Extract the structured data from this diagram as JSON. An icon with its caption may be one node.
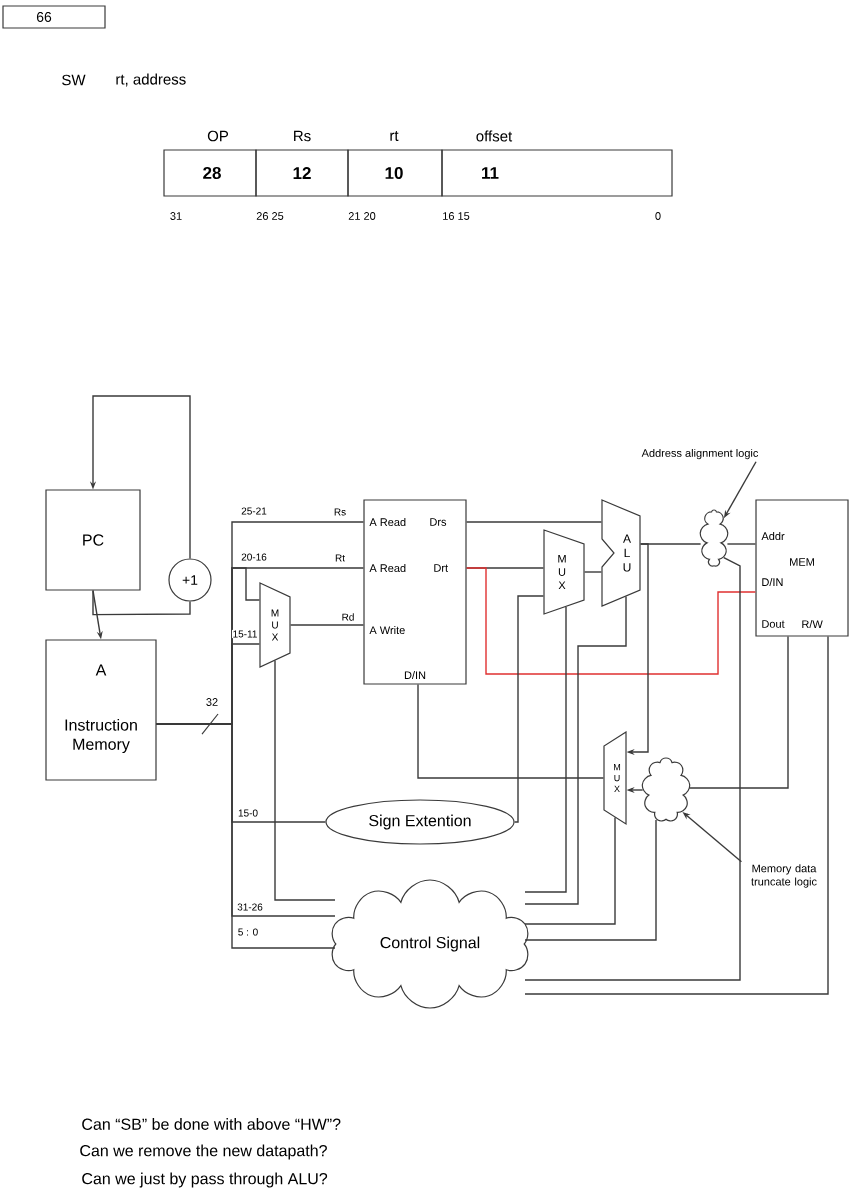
{
  "diagram": {
    "nodes": [
      {
        "text": [
          "66"
        ]
      },
      {
        "text": [
          "28"
        ]
      },
      {
        "text": [
          "12"
        ]
      },
      {
        "text": [
          "10"
        ]
      },
      {
        "text": [
          "11"
        ]
      },
      {
        "text": [
          "PC"
        ]
      },
      {
        "text": [
          "+1"
        ]
      },
      {
        "text": [
          "A",
          "Instruction Memory"
        ]
      },
      {
        "text": [
          "A Read",
          "Drs",
          "A Read",
          "Drt",
          "A Write",
          "D/IN"
        ]
      },
      {
        "text": [
          "M U X"
        ]
      },
      {
        "text": [
          "M U X"
        ]
      },
      {
        "text": [
          "A L U"
        ]
      },
      {
        "text": [
          "Address alignment logic"
        ]
      },
      {
        "text": [],
        "shape": "cloud"
      },
      {
        "text": [
          "Addr",
          "MEM",
          "D/IN",
          "Dout",
          "R/W"
        ]
      },
      {
        "text": [
          "M U X"
        ]
      },
      {
        "text": [],
        "shape": "cloud"
      },
      {
        "text": [
          "Memory data truncate logic"
        ]
      },
      {
        "text": [
          "Sign Extention"
        ]
      },
      {
        "text": [
          "Control Signal"
        ]
      }
    ],
    "edges": [
      {
        "from": 5,
        "to": 7,
        "arrow": "to"
      },
      {
        "from": 5,
        "to": 6,
        "arrow": "none"
      },
      {
        "from": 6,
        "to": 5,
        "arrow": "to"
      },
      {
        "from": 7,
        "to": 8,
        "arrow": "none",
        "label": "Rs"
      },
      {
        "from": 7,
        "to": 8,
        "arrow": "none",
        "label": "Rt"
      },
      {
        "from": 7,
        "to": 9,
        "arrow": "none"
      },
      {
        "from": 7,
        "to": 9,
        "arrow": "none",
        "label": "15-11"
      },
      {
        "from": 9,
        "to": 8,
        "arrow": "none",
        "label": "Rd"
      },
      {
        "from": 7,
        "to": 18,
        "arrow": "none",
        "label": "15-0"
      },
      {
        "from": 7,
        "to": 19,
        "arrow": "none",
        "label": "31-26"
      },
      {
        "from": 7,
        "to": 19,
        "arrow": "none",
        "label": "5 : 0"
      },
      {
        "from": 8,
        "to": 11,
        "arrow": "none"
      },
      {
        "from": 8,
        "to": 10,
        "arrow": "none"
      },
      {
        "from": 8,
        "to": 14,
        "arrow": "none",
        "color": "#e03030"
      },
      {
        "from": 18,
        "to": 10,
        "arrow": "none"
      },
      {
        "from": 10,
        "to": 11,
        "arrow": "none"
      },
      {
        "from": 11,
        "to": 13,
        "arrow": "none"
      },
      {
        "from": 13,
        "to": 14,
        "arrow": "none"
      },
      {
        "from": 11,
        "to": 15,
        "arrow": "to"
      },
      {
        "from": 14,
        "to": 16,
        "arrow": "none"
      },
      {
        "from": 16,
        "to": 15,
        "arrow": "to"
      },
      {
        "from": 15,
        "to": 8,
        "arrow": "none"
      },
      {
        "from": 19,
        "to": 9,
        "arrow": "none"
      },
      {
        "from": 19,
        "to": 10,
        "arrow": "none"
      },
      {
        "from": 19,
        "to": 11,
        "arrow": "none"
      },
      {
        "from": 19,
        "to": 15,
        "arrow": "none"
      },
      {
        "from": 19,
        "to": 16,
        "arrow": "none"
      },
      {
        "from": 19,
        "to": 13,
        "arrow": "none"
      },
      {
        "from": 19,
        "to": 14,
        "arrow": "none"
      },
      {
        "from": 12,
        "to": 13,
        "arrow": "to"
      },
      {
        "from": 17,
        "to": 16,
        "arrow": "to"
      }
    ],
    "labels": [
      "SW",
      "rt, address",
      "OP",
      "Rs",
      "rt",
      "offset",
      "31",
      "26 25",
      "21 20",
      "16 15",
      "0",
      "25-21",
      "20-16",
      "32",
      "Can “SB” be done with above “HW”?",
      "Can we remove the new datapath?",
      "Can we just by pass through ALU?"
    ]
  }
}
